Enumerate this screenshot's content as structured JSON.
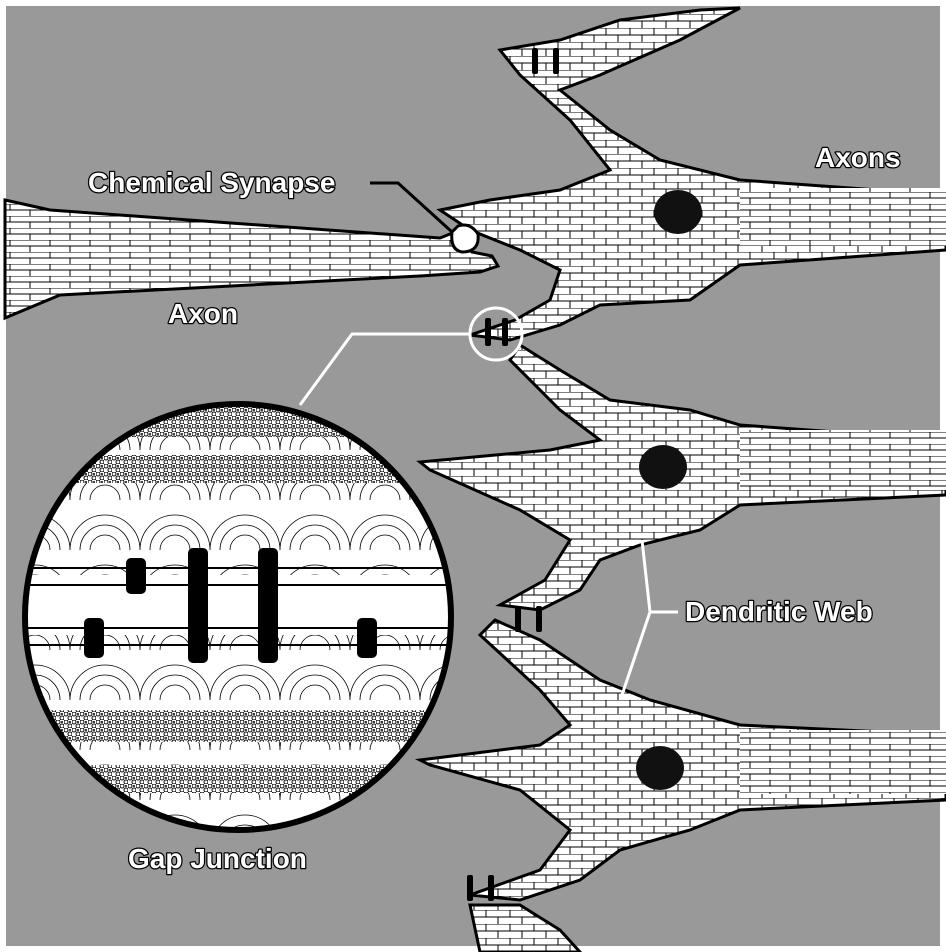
{
  "diagram": {
    "labels": {
      "chemical_synapse": "Chemical Synapse",
      "axons": "Axons",
      "axon": "Axon",
      "dendritic_web": "Dendritic Web",
      "gap_junction": "Gap Junction"
    },
    "colors": {
      "background": "#999999",
      "cell_fill": "#ffffff",
      "outline": "#000000",
      "nucleus": "#111111"
    }
  }
}
